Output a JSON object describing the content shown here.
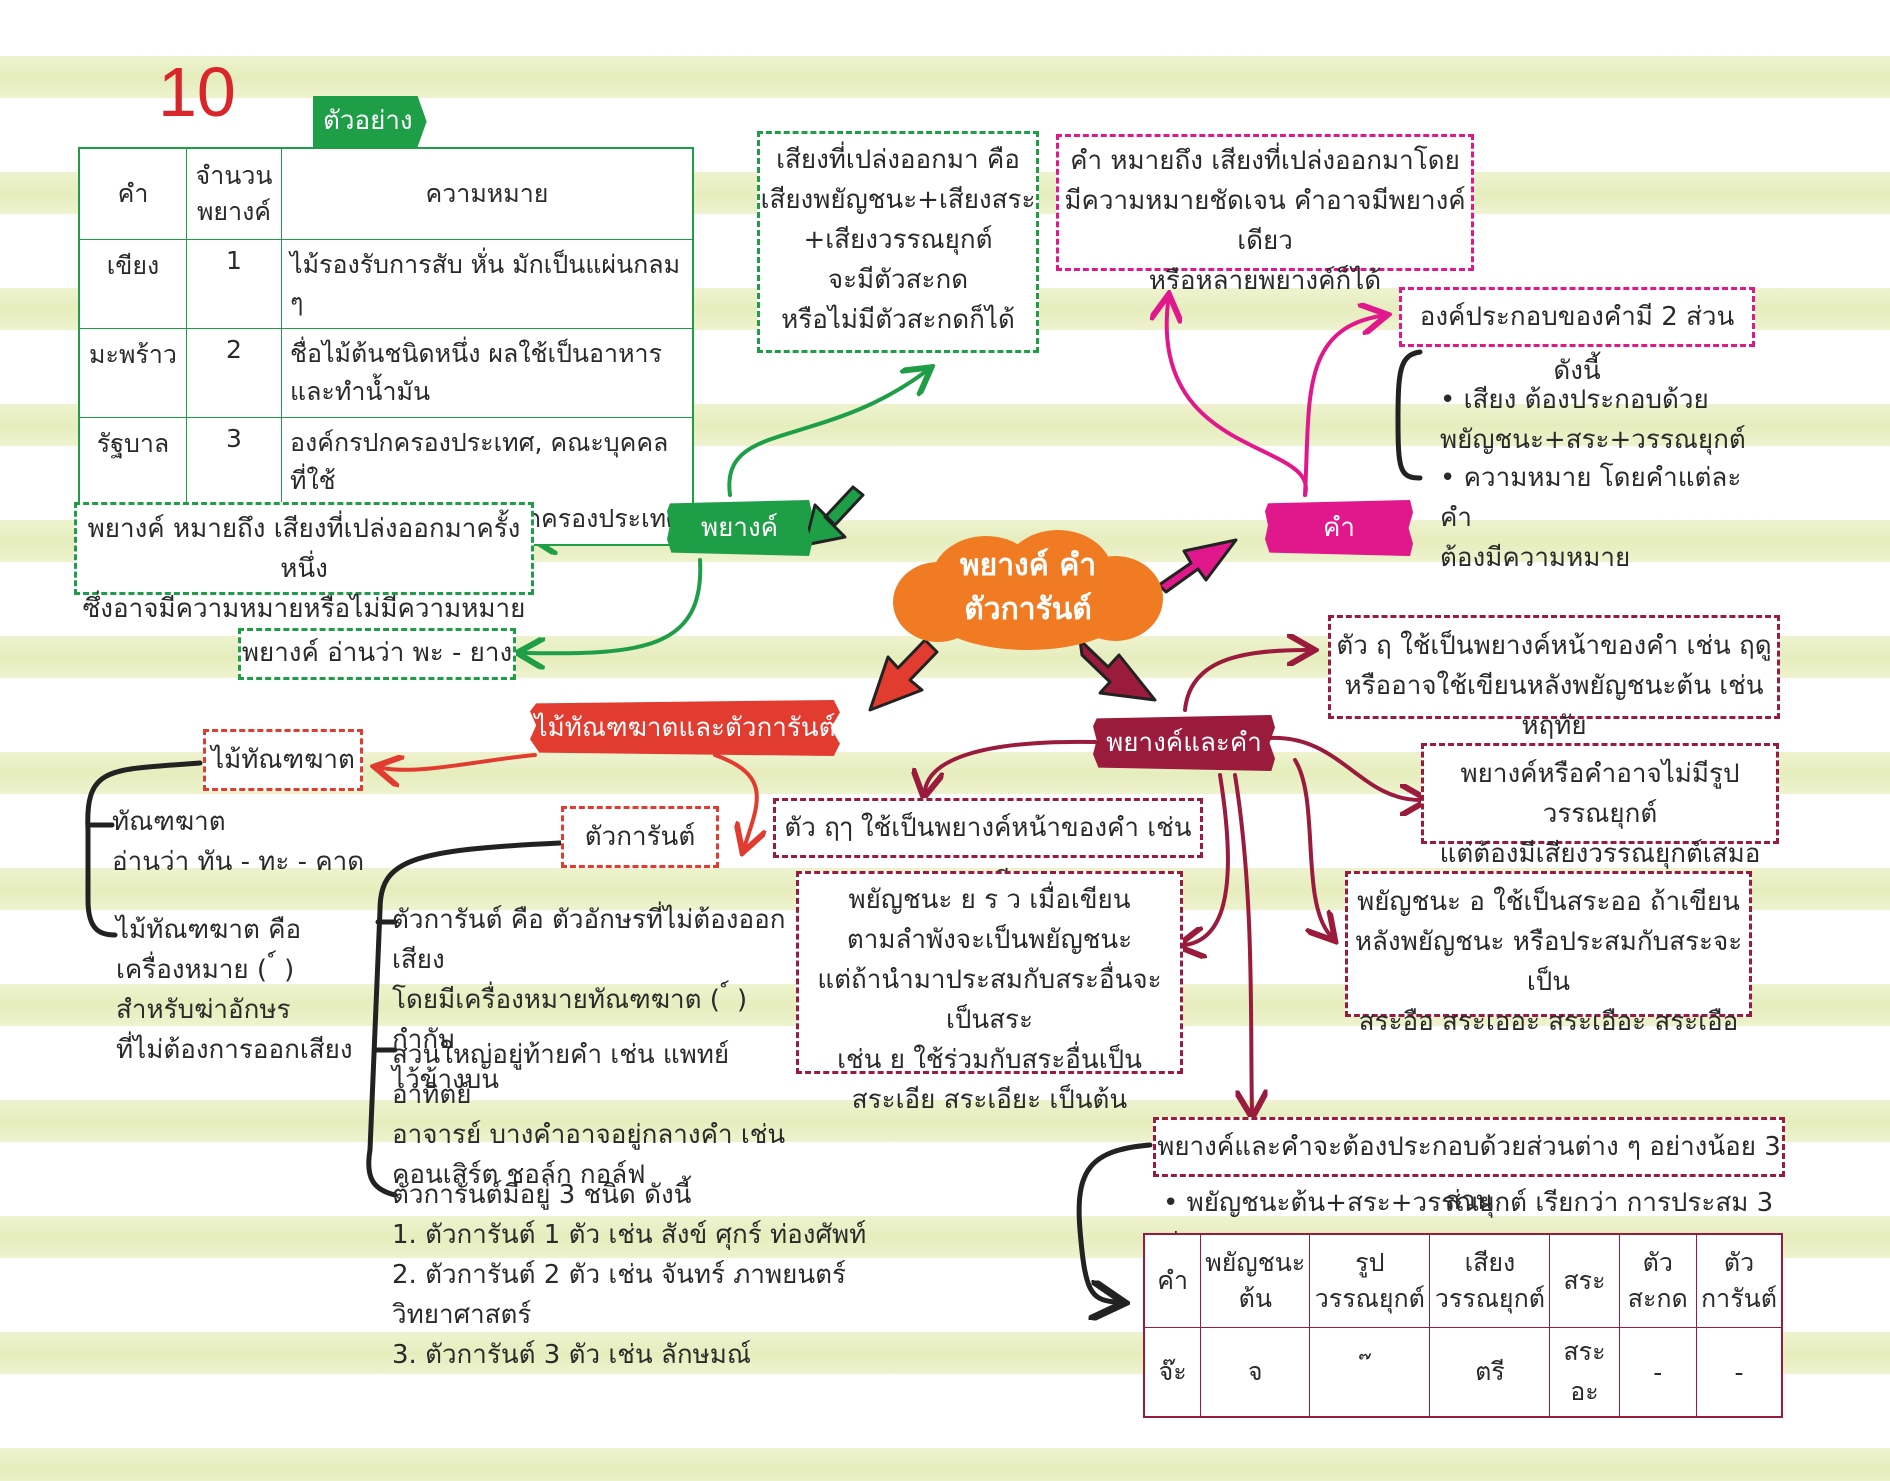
{
  "page_number": "10",
  "example_label": "ตัวอย่าง",
  "example_table": {
    "headers": [
      "คำ",
      "จำนวน\nพยางค์",
      "ความหมาย"
    ],
    "rows": [
      {
        "word": "เขียง",
        "count": "1",
        "meaning": "ไม้รองรับการสับ หั่น มักเป็นแผ่นกลม ๆ"
      },
      {
        "word": "มะพร้าว",
        "count": "2",
        "meaning": "ชื่อไม้ต้นชนิดหนึ่ง ผลใช้เป็นอาหาร\nและทำน้ำมัน"
      },
      {
        "word": "รัฐบาล",
        "count": "3",
        "meaning": "องค์กรปกครองประเทศ, คณะบุคคลที่ใช้\nอำนาจบริหารในการปกครองประเทศ"
      }
    ]
  },
  "center_title": "พยางค์ คำ\nตัวการันต์",
  "nodes": {
    "syllable": "พยางค์",
    "word": "คำ",
    "thanthakhat": "ไม้ทัณฑฆาตและตัวการันต์",
    "syllable_and_word": "พยางค์และคำ"
  },
  "boxes": {
    "syllable_sound": "เสียงที่เปล่งออกมา คือ\nเสียงพยัญชนะ+เสียงสระ\n+เสียงวรรณยุกต์\nจะมีตัวสะกด\nหรือไม่มีตัวสะกดก็ได้",
    "syllable_def": "พยางค์ หมายถึง เสียงที่เปล่งออกมาครั้งหนึ่ง\nซึ่งอาจมีความหมายหรือไม่มีความหมายก็ได้",
    "syllable_read": "พยางค์ อ่านว่า พะ - ยาง",
    "word_def": "คำ หมายถึง เสียงที่เปล่งออกมาโดย\nมีความหมายชัดเจน คำอาจมีพยางค์เดียว\nหรือหลายพยางค์ก็ได้",
    "word_parts": "องค์ประกอบของคำมี 2 ส่วน ดังนี้",
    "rue": "ตัว ฤ ใช้เป็นพยางค์หน้าของคำ เช่น ฤดู\nหรืออาจใช้เขียนหลังพยัญชนะต้น เช่น หฤทัย",
    "tone": "พยางค์หรือคำอาจไม่มีรูปวรรณยุกต์\nแต่ต้องมีเสียงวรรณยุกต์เสมอ",
    "o_vowel": "พยัญชนะ อ ใช้เป็นสระออ ถ้าเขียน\nหลังพยัญชนะ หรือประสมกับสระจะเป็น\nสระอือ สระเออะ สระเอือะ สระเอือ",
    "rue_long": "ตัว ฤๅ ใช้เป็นพยางค์หน้าของคำ เช่น ฤๅษี",
    "y_r_w": "พยัญชนะ ย ร ว เมื่อเขียน\nตามลำพังจะเป็นพยัญชนะ\nแต่ถ้านำมาประสมกับสระอื่นจะเป็นสระ\nเช่น ย ใช้ร่วมกับสระอื่นเป็น\nสระเอีย สระเอียะ เป็นต้น",
    "three_parts": "พยางค์และคำจะต้องประกอบด้วยส่วนต่าง ๆ อย่างน้อย 3 ส่วน",
    "thanthakhat_label": "ไม้ทัณฑฆาต",
    "karan_label": "ตัวการันต์"
  },
  "word_parts_bullets": [
    "• เสียง ต้องประกอบด้วย\n   พยัญชนะ+สระ+วรรณยุกต์",
    "• ความหมาย โดยคำแต่ละคำ\n   ต้องมีความหมาย"
  ],
  "thanthakhat_text": {
    "reading": "ทัณฑฆาต\nอ่านว่า ทัน - ทะ - คาด",
    "definition": "ไม้ทัณฑฆาต คือ\nเครื่องหมาย ( ์ )\nสำหรับฆ่าอักษร\nที่ไม่ต้องการออกเสียง"
  },
  "karan_text": {
    "definition": "ตัวการันต์ คือ ตัวอักษรที่ไม่ต้องออกเสียง\nโดยมีเครื่องหมายทัณฑฆาต ( ์ ) กำกับ\nไว้ข้างบน",
    "position": "ส่วนใหญ่อยู่ท้ายคำ เช่น แพทย์ อาทิตย์\nอาจารย์ บางคำอาจอยู่กลางคำ เช่น\nคอนเสิร์ต ชอล์ก กอล์ฟ",
    "types": "ตัวการันต์มีอยู่ 3 ชนิด ดังนี้\n1. ตัวการันต์ 1 ตัว เช่น สังข์ ศุกร์ ท่องศัพท์\n2. ตัวการันต์ 2 ตัว เช่น จันทร์ ภาพยนตร์ วิทยาศาสตร์\n3. ตัวการันต์ 3 ตัว เช่น ลักษมณ์"
  },
  "three_parts_bullet": "• พยัญชนะต้น+สระ+วรรณยุกต์ เรียกว่า การประสม 3 ส่วน",
  "component_table": {
    "headers": [
      "คำ",
      "พยัญชนะ\nต้น",
      "รูป\nวรรณยุกต์",
      "เสียง\nวรรณยุกต์",
      "สระ",
      "ตัว\nสะกด",
      "ตัว\nการันต์"
    ],
    "row": [
      "จ๊ะ",
      "จ",
      "๊",
      "ตรี",
      "สระอะ",
      "-",
      "-"
    ]
  },
  "colors": {
    "green": "#1f9e48",
    "pink": "#e1188c",
    "maroon": "#9a1b3c",
    "red": "#e23b30",
    "orange": "#f07b22",
    "page_number": "#d8262b"
  }
}
